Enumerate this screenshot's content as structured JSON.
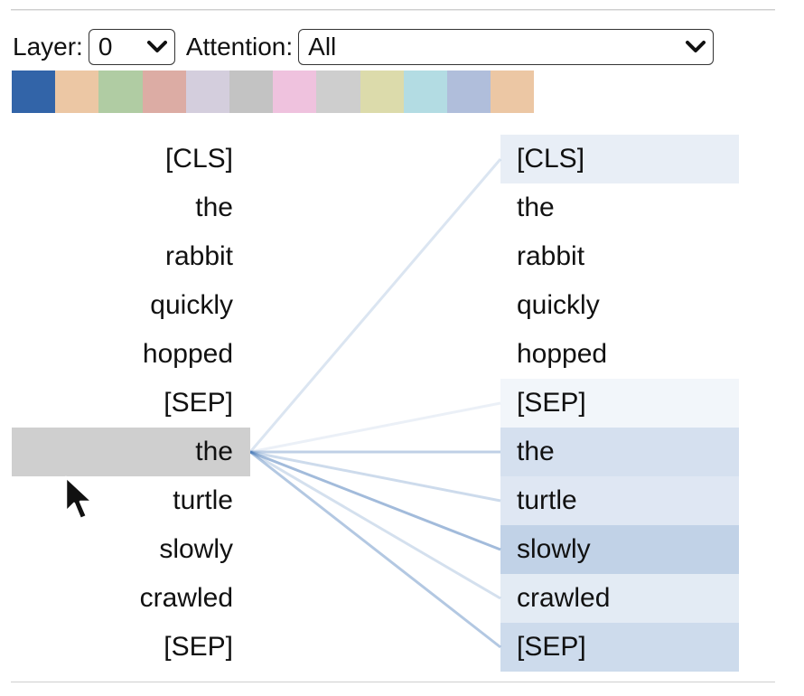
{
  "controls": {
    "layer_label": "Layer:",
    "layer_value": "0",
    "attention_label": "Attention:",
    "attention_value": "All"
  },
  "heads": {
    "colors": [
      "#3264a8",
      "#ecc7a4",
      "#b0cca3",
      "#dcaca4",
      "#d4cedd",
      "#c3c3c3",
      "#efc2de",
      "#cecece",
      "#dcdbab",
      "#b3dce3",
      "#b0bedb",
      "#ecc7a4"
    ]
  },
  "attention": {
    "selected_index": 6,
    "accent_color": "#3f73b5"
  },
  "left_tokens": [
    {
      "text": "[CLS]"
    },
    {
      "text": "the"
    },
    {
      "text": "rabbit"
    },
    {
      "text": "quickly"
    },
    {
      "text": "hopped"
    },
    {
      "text": "[SEP]"
    },
    {
      "text": "the"
    },
    {
      "text": "turtle"
    },
    {
      "text": "slowly"
    },
    {
      "text": "crawled"
    },
    {
      "text": "[SEP]"
    }
  ],
  "right_tokens": [
    {
      "text": "[CLS]",
      "weight": 0.12
    },
    {
      "text": "the",
      "weight": 0.0
    },
    {
      "text": "rabbit",
      "weight": 0.0
    },
    {
      "text": "quickly",
      "weight": 0.0
    },
    {
      "text": "hopped",
      "weight": 0.0
    },
    {
      "text": "[SEP]",
      "weight": 0.03
    },
    {
      "text": "the",
      "weight": 0.28
    },
    {
      "text": "turtle",
      "weight": 0.2
    },
    {
      "text": "slowly",
      "weight": 0.45
    },
    {
      "text": "crawled",
      "weight": 0.16
    },
    {
      "text": "[SEP]",
      "weight": 0.35
    }
  ]
}
